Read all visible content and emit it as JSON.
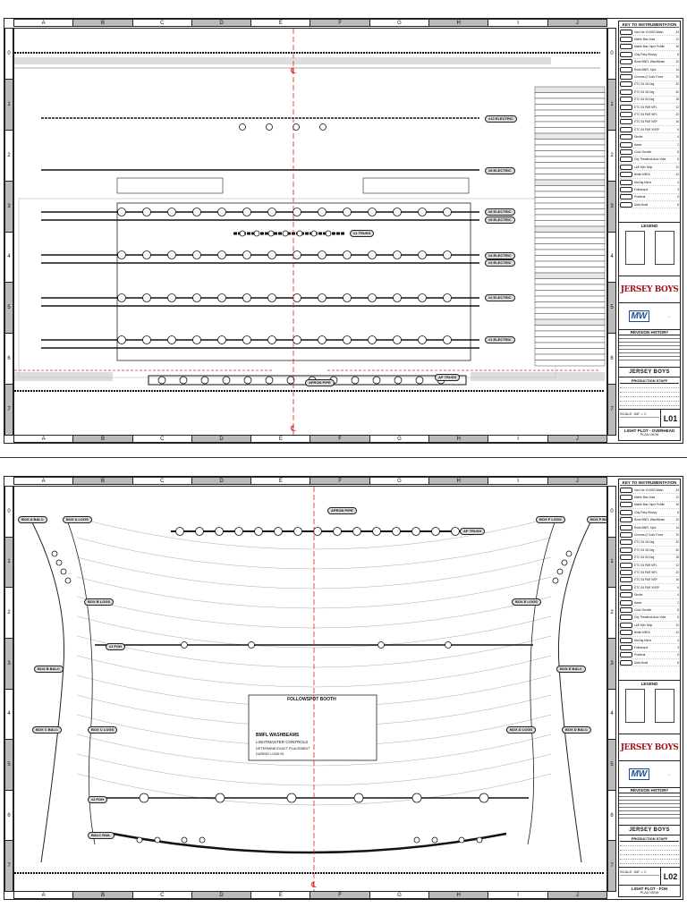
{
  "grid": {
    "columns": [
      "A",
      "B",
      "C",
      "D",
      "E",
      "F",
      "G",
      "H",
      "I",
      "J"
    ],
    "rows": [
      "0",
      "1",
      "2",
      "3",
      "4",
      "5",
      "6",
      "7"
    ]
  },
  "sheet1": {
    "labels": {
      "electric10": "#10 ELECTRIC",
      "electric8": "#8 ELECTRIC",
      "electric6": "#6 ELECTRIC",
      "electric5": "#5 ELECTRIC",
      "truss1": "#1 TRUSS",
      "electric4": "#4 ELECTRIC",
      "electric3": "#3 ELECTRIC",
      "electric2": "#2 ELECTRIC",
      "electric1": "#1 ELECTRIC",
      "apron": "APRON PIPE",
      "aptruss": "AP TRUSS"
    },
    "sheet_number": "L01",
    "sheet_title": "LIGHT PLOT - OVERHEAD",
    "sheet_subtitle": "PLAN VIEW"
  },
  "sheet2": {
    "labels": {
      "box_a_balc": "BOX A BALC",
      "box_a_logs": "BOX A LOGS",
      "box_f_logs": "BOX F LOGS",
      "box_f_balc": "BOX F BALC",
      "apron": "APRON PIPE",
      "aptruss": "AP TRUSS",
      "box_b_logs": "BOX B LOGS",
      "box_e_logs": "BOX E LOGS",
      "box_b_balc": "BOX B BALC",
      "foh1": "#1 FOH",
      "box_e_balc": "BOX E BALC",
      "box_c_balc": "BOX C BALC",
      "box_c_logs": "BOX C LOGS",
      "box_d_logs": "BOX D LOGS",
      "box_d_balc": "BOX D BALC",
      "foh2": "#2 FOH",
      "balc_rail": "BALC RAIL"
    },
    "booth": {
      "title": "FOLLOWSPOT BOOTH",
      "line1": "BMFL WASHBEAMS",
      "line2": "LIGHTMASTER CONTROLS",
      "line3": "DETERMINE EXACT PLACEMENT",
      "line4": "DURING LOAD IN"
    },
    "sheet_number": "L02",
    "sheet_title": "LIGHT PLOT - FOH",
    "sheet_subtitle": "PLAN VIEW"
  },
  "title_block": {
    "key_heading": "KEY TO INSTRUMENTATION",
    "legend_heading": "LEGEND",
    "revision_heading": "REVISION HISTORY",
    "show_name": "JERSEY BOYS",
    "staff_heading": "PRODUCTION STAFF",
    "scale": "SCALE: 3/8\" = 1'",
    "logo_show": "JERSEY BOYS",
    "logo_vendor": "MW",
    "key_items": [
      "Vari-Lite VL3500 Wash",
      "Martin Mac Aura",
      "Martin Mac Viper Profile",
      "Clay Paky Sharpy",
      "Robe BMFL WashBeam",
      "Robe BMFL Spot",
      "Chroma-Q Color Force",
      "ETC S4 26 Deg",
      "ETC S4 36 Deg",
      "ETC S4 50 Deg",
      "ETC S4 PAR MFL",
      "ETC S4 PAR WFL",
      "ETC S4 PAR NSP",
      "ETC S4 PAR VNSP",
      "Strobe",
      "Hazer",
      "Color Scroller",
      "City Theatrical Auto Yoke",
      "L&E Mini Strip",
      "Birdie MR16",
      "Moving Mirror",
      "Followspot",
      "Practical",
      "Data Node"
    ],
    "key_counts": [
      "24",
      "12",
      "16",
      "8",
      "10",
      "14",
      "20",
      "32",
      "40",
      "18",
      "12",
      "22",
      "16",
      "6",
      "4",
      "2",
      "8",
      "6",
      "10",
      "12",
      "4",
      "3",
      "6",
      "8"
    ]
  },
  "colors": {
    "center_line": "#e02020",
    "logo_red": "#a0141b",
    "logo_blue": "#1a4fa0",
    "label_fill": "#dddddd"
  }
}
